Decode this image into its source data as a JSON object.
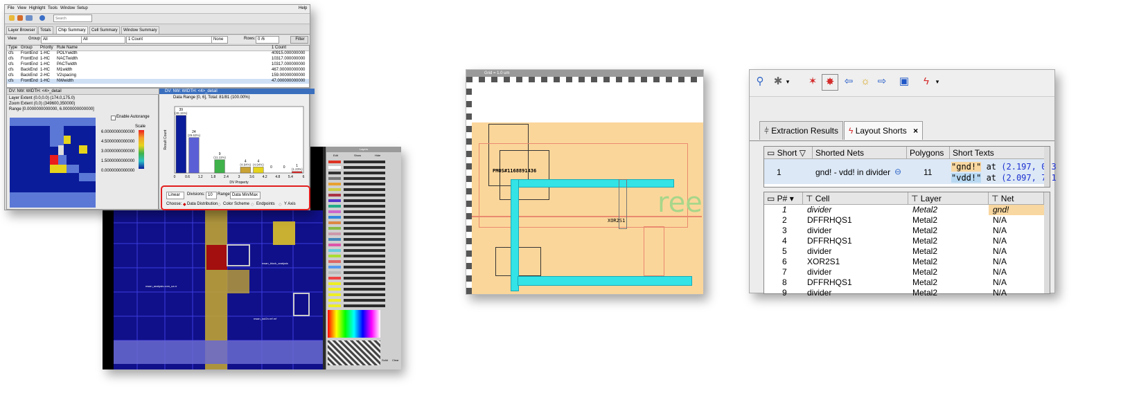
{
  "app": {
    "menu": [
      "File",
      "View",
      "Highlight",
      "Tools",
      "Window",
      "Setup",
      "Help"
    ],
    "search_placeholder": "Search",
    "tabs": [
      "Layer Browser",
      "Totals",
      "Chip Summary",
      "Cell Summary",
      "Window Summary"
    ],
    "filters": {
      "view_label": "View",
      "group_label": "Group",
      "group_value": "All",
      "all_value": "All",
      "count_value": "1 Count",
      "none_value": "None",
      "rows_label": "Rows:",
      "rows_value": "0 /6",
      "filter_button": "Filter"
    },
    "table": {
      "headers": [
        "Type",
        "Group",
        "Priority",
        "Rule Name",
        "1 Count"
      ],
      "rows": [
        [
          "cfs",
          "FrontEnd",
          "1-HC",
          "POLYwidth",
          "40915.000000000"
        ],
        [
          "cfs",
          "FrontEnd",
          "1-HC",
          "NACTwidth",
          "10317.000000000"
        ],
        [
          "cfs",
          "FrontEnd",
          "1-HC",
          "PACTwidth",
          "10317.000000000"
        ],
        [
          "cfs",
          "BackEnd",
          "1-HC",
          "M1width",
          "467.00000000000"
        ],
        [
          "cfs",
          "BackEnd",
          "2-HC",
          "V2spacing",
          "159.00000000000"
        ],
        [
          "cfs",
          "FrontEnd",
          "1-HC",
          "NWwidth",
          "47.000000000000"
        ]
      ]
    },
    "detail_left": {
      "title": "DV: NW: WIDTH: <4>_detail",
      "layer_extent": "Layer Extent (0.0,0.0) (174.0,175.0)",
      "zoom_extent": "Zoom Extent (0,0) (349600,350000)",
      "range": "Range [0.0000000000000, 6.0000000000000]",
      "enable_autorange": "Enable Autorange",
      "scale_label": "Scale",
      "scale_values": [
        "6.0000000000000",
        "4.5000000000000",
        "3.0000000000000",
        "1.5000000000000",
        "0.0000000000000"
      ]
    },
    "detail_right": {
      "title": "DV: NW: WIDTH: <4>_detail",
      "data_range": "Data Range [0, 6], Total: 81/81 (100.00%)",
      "ylabel": "Result Count",
      "xlabel": "DV Property",
      "bar_labels": [
        "39",
        "24",
        "9",
        "4",
        "4",
        "0",
        "0",
        "1"
      ],
      "bar_pct": [
        "(48.15%)",
        "(29.63%)",
        "(11.11%)",
        "(4.94%)",
        "(4.94%)",
        "",
        "",
        "(1.23%)"
      ],
      "xticks": [
        "0",
        "0.6",
        "1.2",
        "1.8",
        "2.4",
        "3",
        "3.6",
        "4.2",
        "4.8",
        "5.4",
        "6"
      ],
      "controls": {
        "scale": "Linear",
        "divisions_label": "Divisions:",
        "divisions_value": "10",
        "range_label": "Range:",
        "range_value": "Data Min/Max",
        "choose_label": "Choose:",
        "options": [
          "Data Distribution",
          "Color Scheme",
          "Endpoints",
          "Y Axis"
        ]
      }
    },
    "layers_title": "Layers",
    "layers_buttons": [
      "Edit",
      "Show",
      "Hide"
    ],
    "layer_buttons_bottom": [
      "Solid",
      "Clear"
    ]
  },
  "layout_labels": [
    "nwan_analysis.com_ua.rr",
    "nwan_block_analysis",
    "nwan_out2n.ref.rnf"
  ],
  "chart_data": {
    "type": "bar",
    "categories": [
      "0",
      "0.6",
      "1.2",
      "1.8",
      "2.4",
      "3",
      "3.6",
      "4.2",
      "4.8",
      "5.4"
    ],
    "values": [
      39,
      24,
      0,
      9,
      0,
      4,
      4,
      0,
      0,
      1
    ],
    "ylabel": "Result Count",
    "xlabel": "DV Property",
    "title": "Data Range [0, 6], Total: 81/81 (100.00%)"
  },
  "zoom": {
    "grid_label": "Grid = 1.0 um",
    "pmos_label": "PMOS#1168891436",
    "xor_label": "XOR2S1",
    "ree_text": "ree"
  },
  "shorts": {
    "tabs": [
      "Extraction Results",
      "Layout Shorts"
    ],
    "top_headers": [
      "Short",
      "Shorted Nets",
      "Polygons",
      "Short Texts"
    ],
    "top_row": {
      "short": "1",
      "nets": "gnd! - vdd! in divider",
      "polygons": "11",
      "text1_name": "\"gnd!\"",
      "text1_at": " at ",
      "text1_coord": "(2.197, 0.3",
      "text2_name": "\"vdd!\"",
      "text2_at": " at ",
      "text2_coord": "(2.097, 7.1"
    },
    "bottom_headers": [
      "P#",
      "Cell",
      "Layer",
      "Net"
    ],
    "rows": [
      [
        "1",
        "divider",
        "Metal2",
        "gnd!"
      ],
      [
        "2",
        "DFFRHQS1",
        "Metal2",
        "N/A"
      ],
      [
        "3",
        "divider",
        "Metal2",
        "N/A"
      ],
      [
        "4",
        "DFFRHQS1",
        "Metal2",
        "N/A"
      ],
      [
        "5",
        "divider",
        "Metal2",
        "N/A"
      ],
      [
        "6",
        "XOR2S1",
        "Metal2",
        "N/A"
      ],
      [
        "7",
        "divider",
        "Metal2",
        "N/A"
      ],
      [
        "8",
        "DFFRHQS1",
        "Metal2",
        "N/A"
      ],
      [
        "9",
        "divider",
        "Metal2",
        "N/A"
      ]
    ]
  }
}
